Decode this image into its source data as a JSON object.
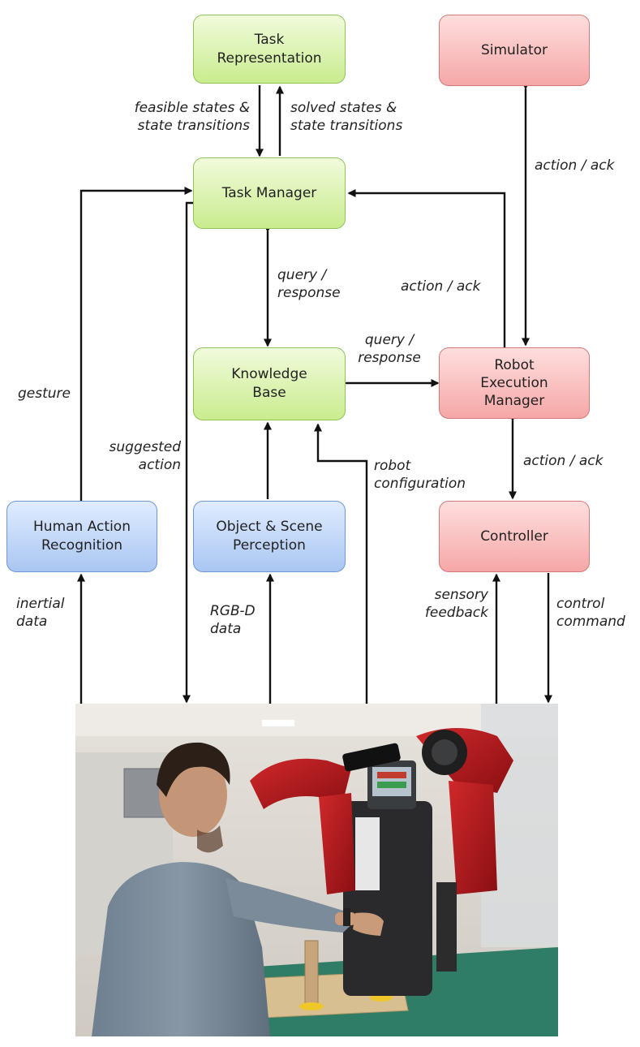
{
  "nodes": {
    "task_representation": "Task\nRepresentation",
    "simulator": "Simulator",
    "task_manager": "Task Manager",
    "knowledge_base": "Knowledge\nBase",
    "robot_execution_manager": "Robot\nExecution\nManager",
    "human_action_recognition": "Human Action\nRecognition",
    "object_scene_perception": "Object & Scene\nPerception",
    "controller": "Controller"
  },
  "edges": {
    "feasible_states": "feasible states &\nstate transitions",
    "solved_states": "solved states &\nstate transitions",
    "sim_action_ack": "action / ack",
    "tm_kb_query": "query /\nresponse",
    "rem_tm_action_ack": "action / ack",
    "kb_rem_query": "query /\nresponse",
    "gesture": "gesture",
    "suggested_action": "suggested\naction",
    "robot_configuration": "robot\nconfiguration",
    "rem_ctrl_action_ack": "action / ack",
    "inertial_data": "inertial\ndata",
    "rgbd_data": "RGB-D\ndata",
    "sensory_feedback": "sensory\nfeedback",
    "control_command": "control\ncommand"
  },
  "colors": {
    "green_node": "#c9ec8e",
    "red_node": "#f5a7a7",
    "blue_node": "#a9c6f2",
    "robot_red": "#b0181c"
  }
}
